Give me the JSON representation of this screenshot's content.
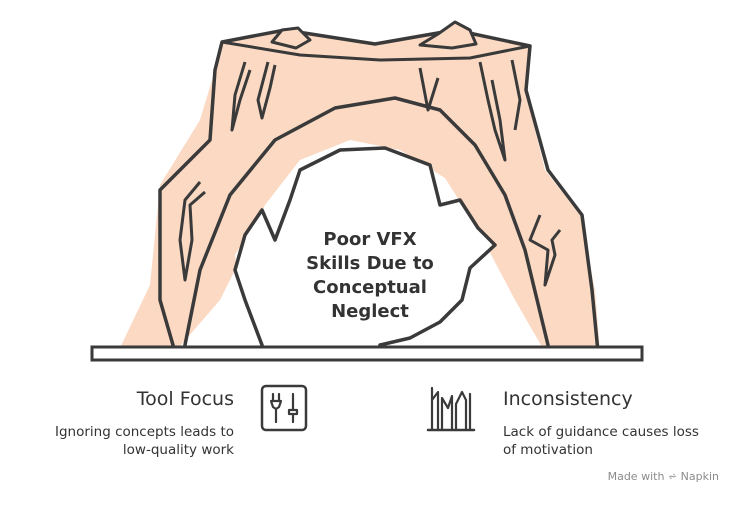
{
  "diagram": {
    "center_label_lines": [
      "Poor VFX",
      "Skills Due to",
      "Conceptual",
      "Neglect"
    ],
    "left": {
      "title": "Tool Focus",
      "description_lines": [
        "Ignoring concepts leads to",
        "low-quality work"
      ],
      "icon": "tools-icon"
    },
    "right": {
      "title": "Inconsistency",
      "description_lines": [
        "Lack of guidance causes loss",
        "of motivation"
      ],
      "icon": "broken-bars-icon"
    },
    "watermark": {
      "prefix": "Made with",
      "brand": "Napkin"
    },
    "colors": {
      "fill": "#fbd9c3",
      "stroke": "#3a3a3a",
      "text": "#333333"
    }
  }
}
